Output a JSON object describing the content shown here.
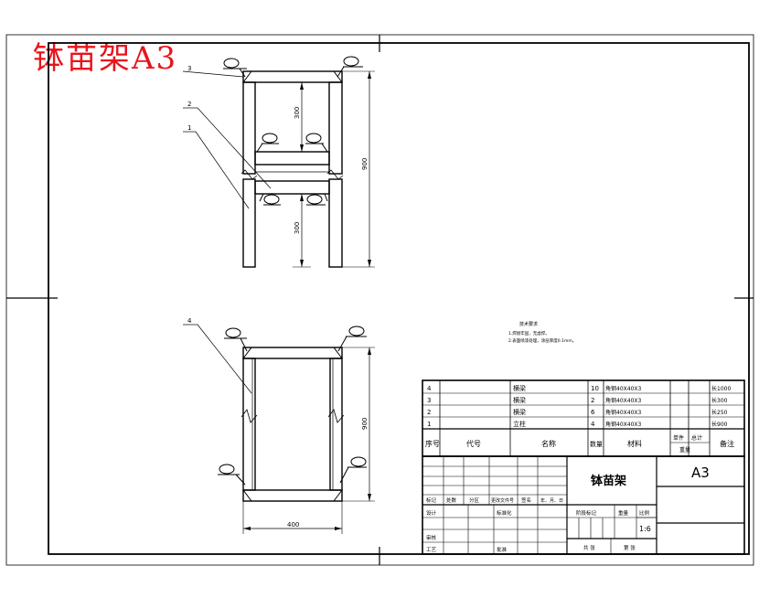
{
  "drawing_title": "钵苗架A3",
  "callouts": [
    "3",
    "2",
    "1",
    "4"
  ],
  "dimensions": {
    "upper_frame_height": "900",
    "upper_top_gap": "300",
    "upper_bottom_gap": "300",
    "lower_frame_height": "900",
    "lower_width": "400"
  },
  "notes": {
    "heading": "技术要求",
    "lines": [
      "1.焊接牢固，无虚焊。",
      "2.表面喷漆处理，涂层厚度0.1mm。"
    ]
  },
  "parts_list": {
    "rows": [
      {
        "no": "4",
        "code": "",
        "name": "横梁",
        "qty": "10",
        "material": "角钢40X40X3",
        "remark": "长1000"
      },
      {
        "no": "3",
        "code": "",
        "name": "横梁",
        "qty": "2",
        "material": "角钢40X40X3",
        "remark": "长300"
      },
      {
        "no": "2",
        "code": "",
        "name": "横梁",
        "qty": "6",
        "material": "角钢40X40X3",
        "remark": "长250"
      },
      {
        "no": "1",
        "code": "",
        "name": "立柱",
        "qty": "4",
        "material": "角钢40X40X3",
        "remark": "长900"
      }
    ],
    "header": {
      "no": "序号",
      "code": "代号",
      "name": "名称",
      "qty": "数量",
      "material": "材料",
      "unit": "单件",
      "total": "总计",
      "weight": "重量",
      "remark": "备注"
    }
  },
  "title_block": {
    "part_name": "钵苗架",
    "sheet_size": "A3",
    "rev_labels": [
      "标记",
      "处数",
      "分区",
      "更改文件号",
      "签名",
      "年、月、日"
    ],
    "role_labels": [
      "设计",
      "审核",
      "工艺"
    ],
    "standardization": "标准化",
    "approve": "批准",
    "stage_mark": "阶段标记",
    "weight": "重量",
    "scale_label": "比例",
    "scale": "1:6",
    "sheet_total": "共  张",
    "sheet_no": "第  张"
  }
}
